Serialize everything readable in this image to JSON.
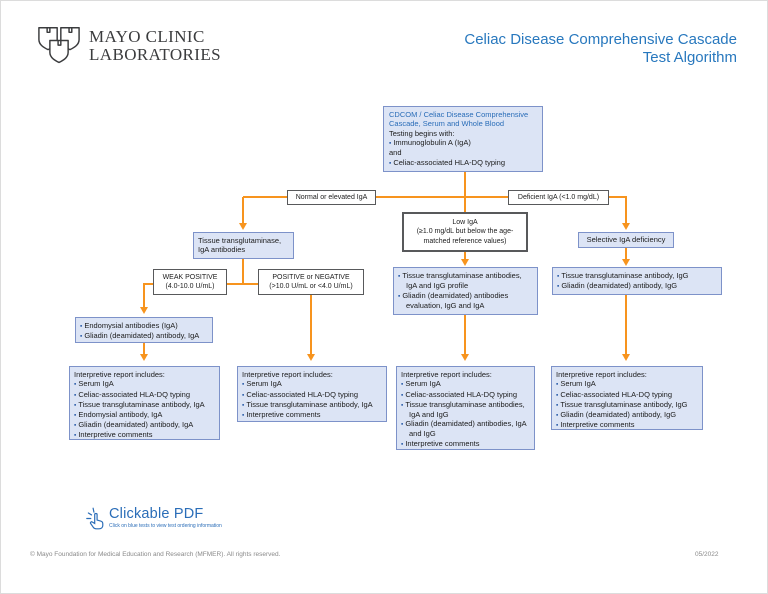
{
  "colors": {
    "accent_orange": "#f7941e",
    "box_fill": "#dce4f5",
    "box_border": "#7d92c9",
    "label_border": "#58595b",
    "title_blue": "#2878be",
    "link_blue": "#2a6db8",
    "bullet_blue": "#2a5ca8"
  },
  "header": {
    "logo_line1": "MAYO CLINIC",
    "logo_line2": "LABORATORIES",
    "title_line1": "Celiac Disease Comprehensive Cascade",
    "title_line2": "Test Algorithm"
  },
  "flow": {
    "start": {
      "link": "CDCOM / Celiac Disease Comprehensive Cascade, Serum and Whole Blood",
      "intro": "Testing begins with:",
      "item1": "Immunoglobulin A (IgA)",
      "and_label": "and",
      "item2": "Celiac-associated HLA-DQ typing"
    },
    "labels": {
      "normal": "Normal or elevated IgA",
      "deficient": "Deficient IgA (<1.0 mg/dL)",
      "low_title": "Low IgA",
      "low_detail": "(≥1.0 mg/dL but below the age-matched reference values)",
      "weak_title": "WEAK POSITIVE",
      "weak_detail": "(4.0-10.0 U/mL)",
      "posneg_title": "POSITIVE or NEGATIVE",
      "posneg_detail": "(>10.0 U/mL or <4.0 U/mL)"
    },
    "tissue_iga": "Tissue transglutaminase, IgA antibodies",
    "selective": "Selective IgA deficiency",
    "mid_tests": {
      "items": [
        "Tissue transglutaminase antibodies, IgA and IgG profile",
        "Gliadin (deamidated) antibodies evaluation, IgG and IgA"
      ]
    },
    "right_tests": {
      "items": [
        "Tissue transglutaminase antibody, IgG",
        "Gliadin (deamidated) antibody, IgG"
      ]
    },
    "endomysial": {
      "items": [
        "Endomysial antibodies (IgA)",
        "Gliadin (deamidated) antibody, IgA"
      ]
    },
    "reports": [
      {
        "heading": "Interpretive report includes:",
        "items": [
          "Serum IgA",
          "Celiac-associated HLA-DQ typing",
          "Tissue transglutaminase antibody, IgA",
          "Endomysial antibody, IgA",
          "Gliadin (deamidated) antibody, IgA",
          "Interpretive comments"
        ]
      },
      {
        "heading": "Interpretive report includes:",
        "items": [
          "Serum IgA",
          "Celiac-associated HLA-DQ typing",
          "Tissue transglutaminase antibody, IgA",
          "Interpretive comments"
        ]
      },
      {
        "heading": "Interpretive report includes:",
        "items": [
          "Serum IgA",
          "Celiac-associated HLA-DQ typing",
          "Tissue transglutaminase antibodies, IgA and IgG",
          "Gliadin (deamidated) antibodies, IgA and IgG",
          "Interpretive comments"
        ]
      },
      {
        "heading": "Interpretive report includes:",
        "items": [
          "Serum IgA",
          "Celiac-associated HLA-DQ typing",
          "Tissue transglutaminase antibody, IgG",
          "Gliadin (deamidated) antibody, IgG",
          "Interpretive comments"
        ]
      }
    ]
  },
  "clickable_pdf": {
    "label": "Clickable PDF",
    "subtext": "Click on blue tests to view test ordering information"
  },
  "footer": {
    "copyright": "© Mayo Foundation for Medical Education and Research (MFMER). All rights reserved.",
    "date": "05/2022"
  }
}
